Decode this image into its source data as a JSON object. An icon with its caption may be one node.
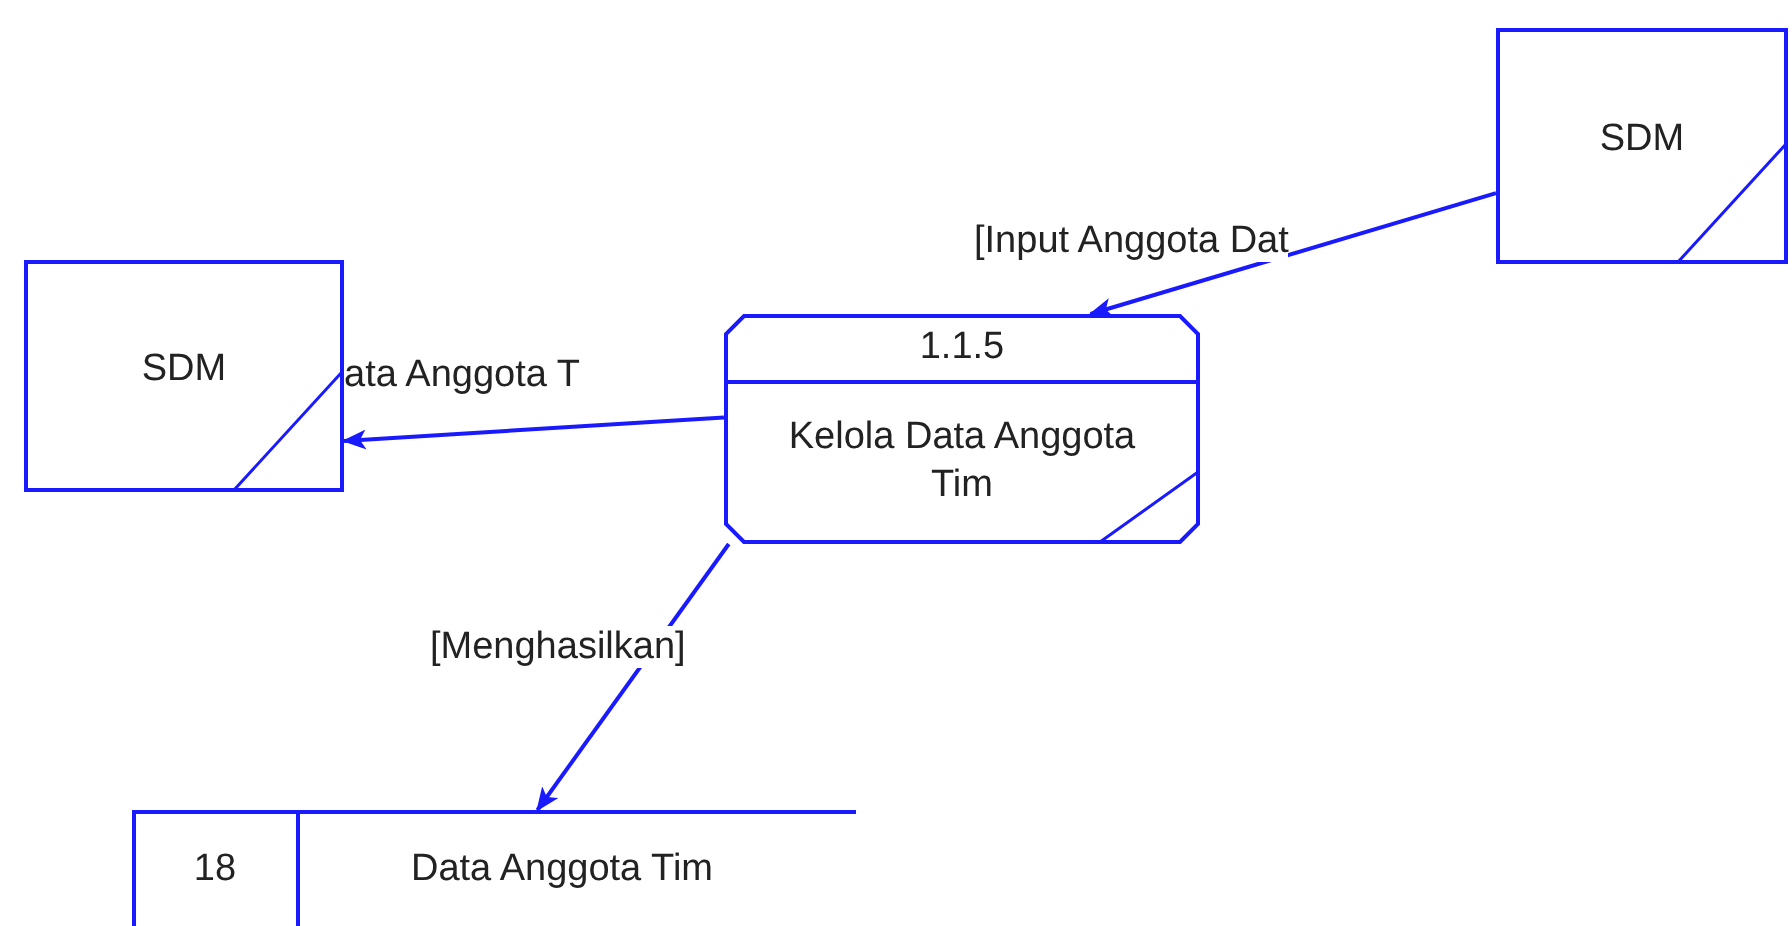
{
  "diagram": {
    "nodes": [
      {
        "text": [
          "SDM"
        ]
      },
      {
        "text": [
          "SDM"
        ]
      },
      {
        "text": [
          "1.1.5",
          "Kelola Data Anggota Tim"
        ]
      },
      {
        "text": [
          "18",
          "Data Anggota Tim"
        ]
      }
    ],
    "edges": [
      {
        "from": 0,
        "to": 2,
        "arrow": "to",
        "label": "[Input Anggota Dat"
      },
      {
        "from": 2,
        "to": 1,
        "arrow": "to",
        "label": "ata Anggota T"
      },
      {
        "from": 2,
        "to": 3,
        "arrow": "to",
        "label": "[Menghasilkan]"
      }
    ]
  }
}
